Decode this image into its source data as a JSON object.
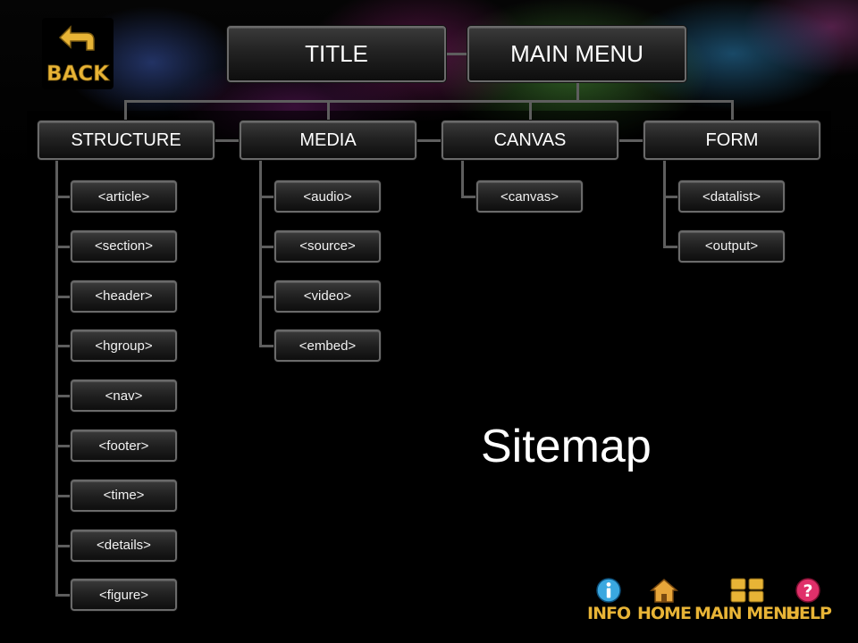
{
  "top": {
    "title": "TITLE",
    "main_menu": "MAIN MENU"
  },
  "categories": [
    "STRUCTURE",
    "MEDIA",
    "CANVAS",
    "FORM"
  ],
  "structure_items": [
    "<article>",
    "<section>",
    "<header>",
    "<hgroup>",
    "<nav>",
    "<footer>",
    "<time>",
    "<details>",
    "<figure>"
  ],
  "media_items": [
    "<audio>",
    "<source>",
    "<video>",
    "<embed>"
  ],
  "canvas_items": [
    "<canvas>"
  ],
  "form_items": [
    "<datalist>",
    "<output>"
  ],
  "page_title": "Sitemap",
  "back_button": {
    "label": "BACK",
    "icon": "back-arrow-icon"
  },
  "bottom_nav": [
    {
      "label": "INFO",
      "icon": "info-icon"
    },
    {
      "label": "HOME",
      "icon": "home-icon"
    },
    {
      "label": "MAIN MENU",
      "icon": "main-menu-grid-icon"
    },
    {
      "label": "HELP",
      "icon": "help-icon"
    }
  ],
  "colors": {
    "nav_label": "#e8b436",
    "info_icon": "#3aa8e0",
    "home_icon": "#e8a63a",
    "menu_icon": "#e8b436",
    "help_icon": "#e0306a",
    "back_icon": "#e8b436"
  }
}
